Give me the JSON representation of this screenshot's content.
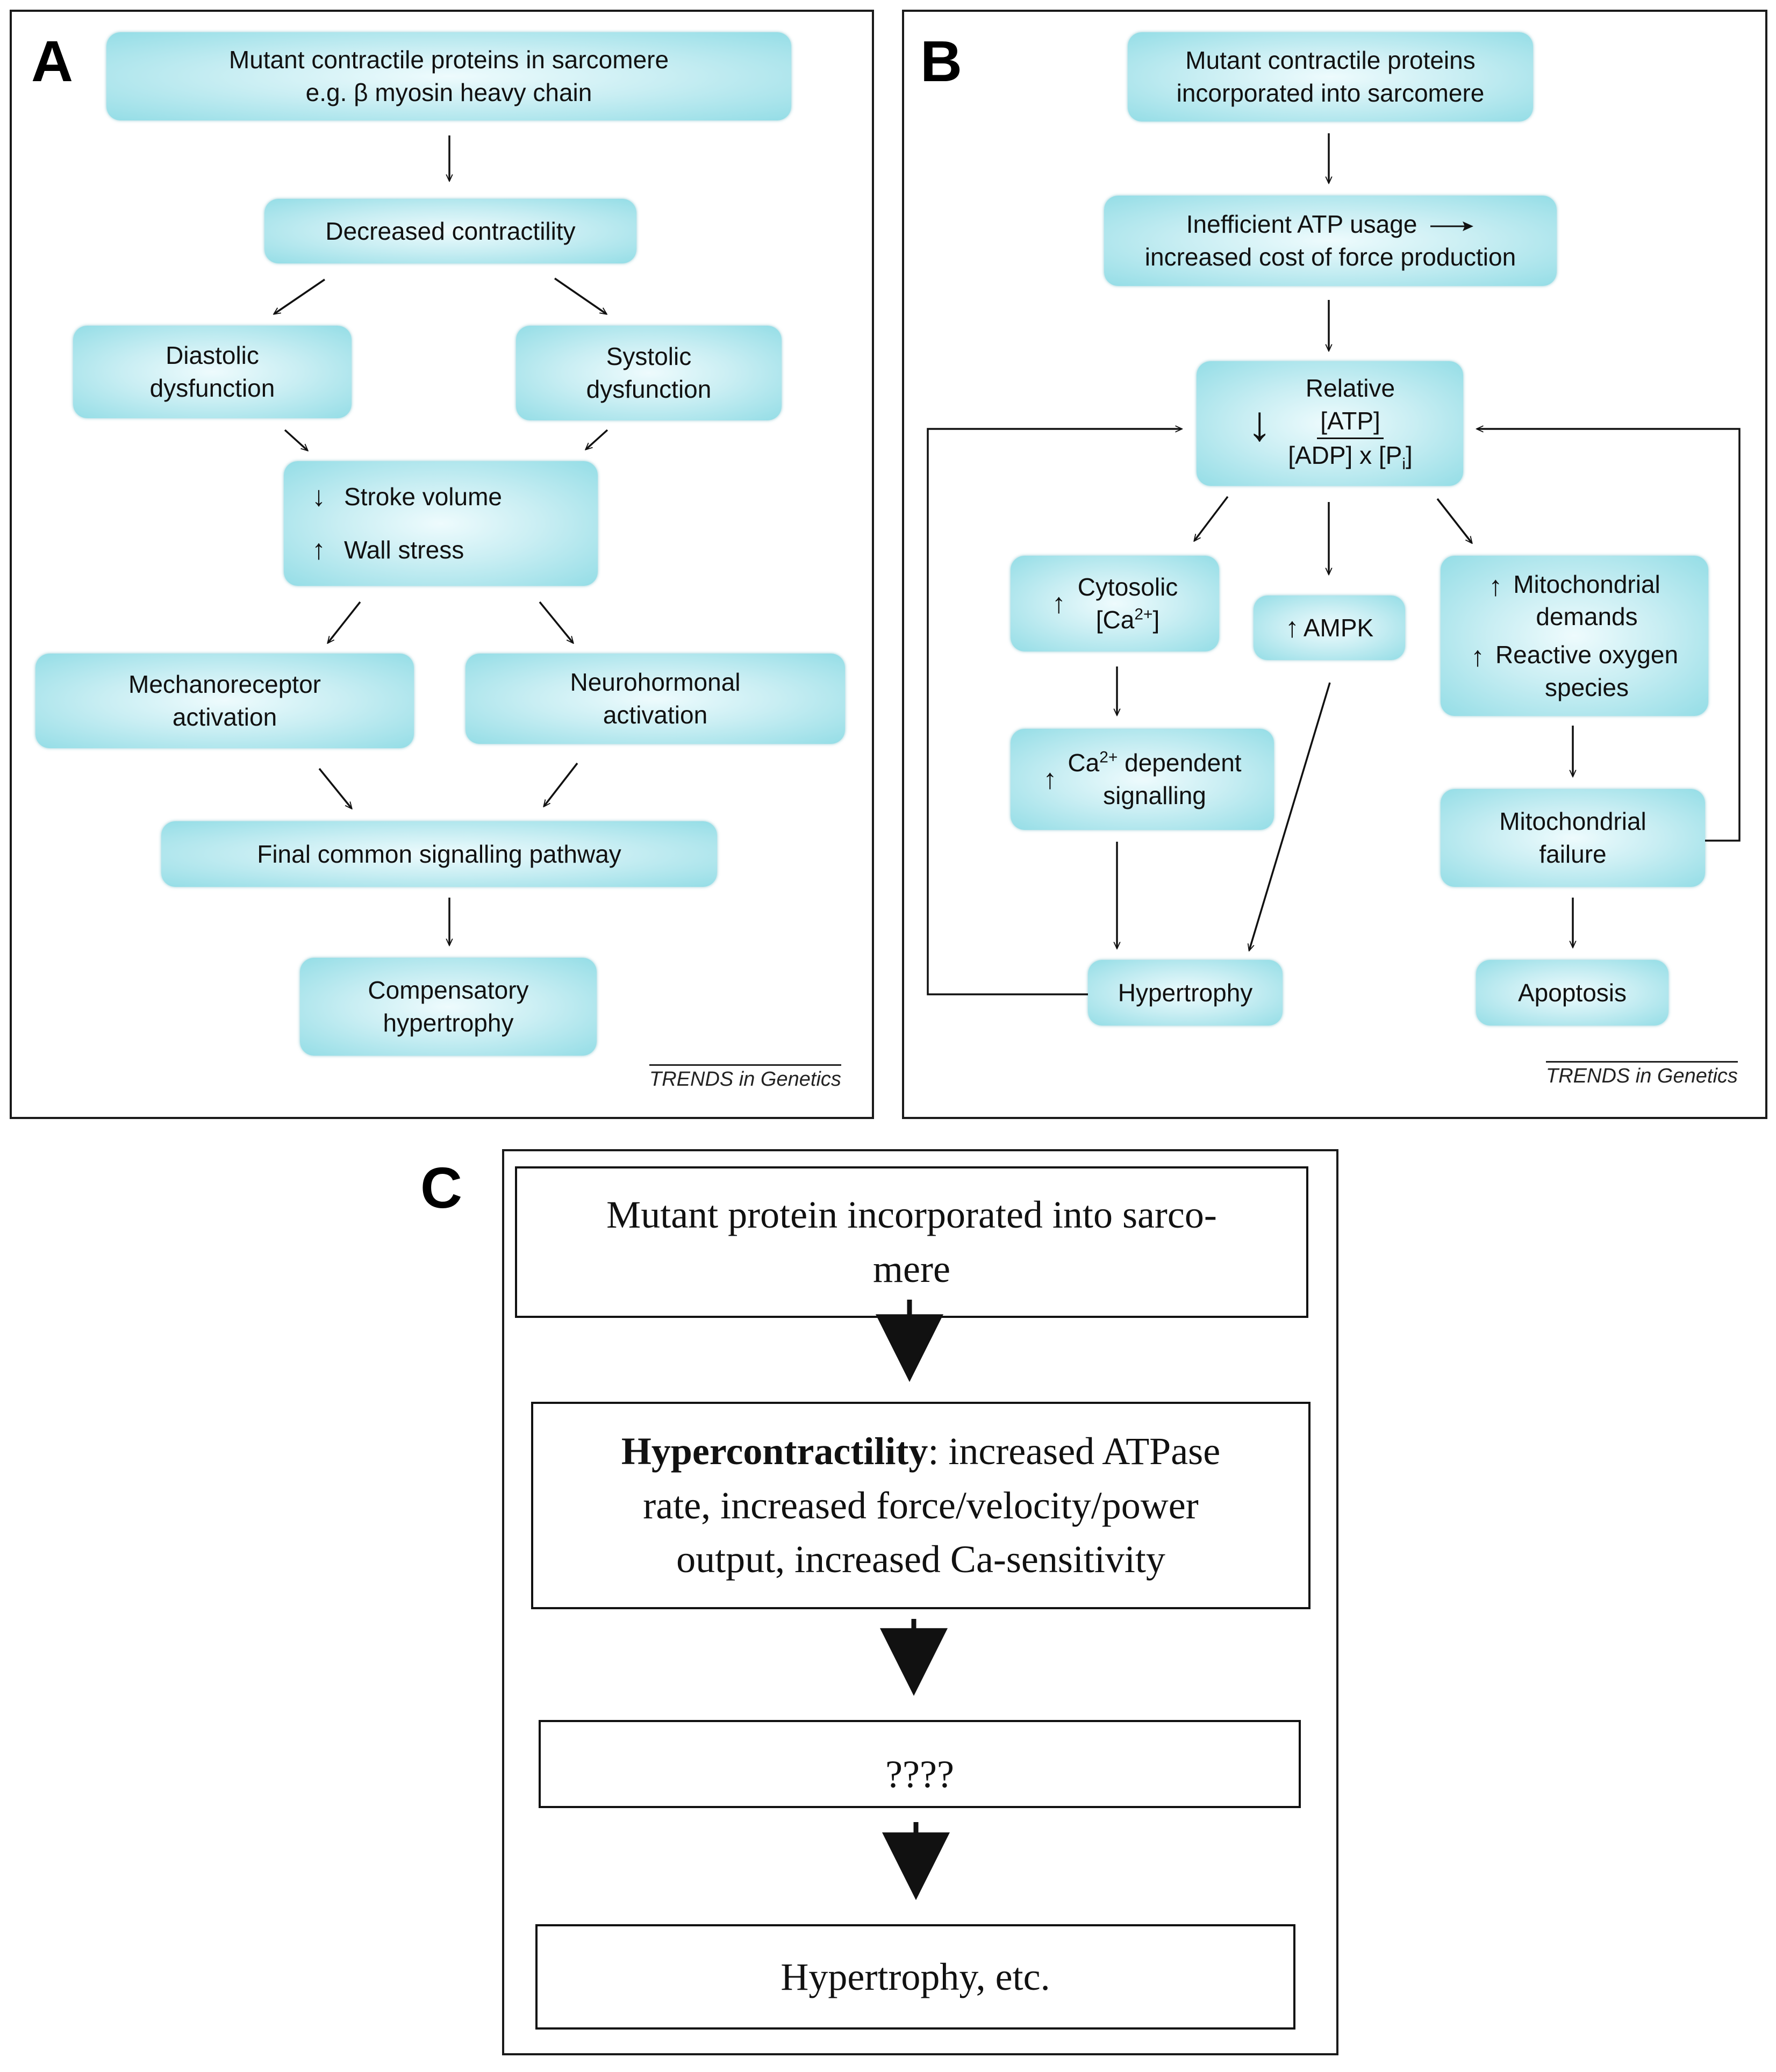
{
  "panel_a": {
    "label": "A",
    "mutant": {
      "line1": "Mutant contractile proteins in sarcomere",
      "line2": "e.g. β myosin heavy chain"
    },
    "decreased": "Decreased contractility",
    "diastolic": {
      "line1": "Diastolic",
      "line2": "dysfunction"
    },
    "systolic": {
      "line1": "Systolic",
      "line2": "dysfunction"
    },
    "stroke_volume": "Stroke volume",
    "wall_stress": "Wall stress",
    "mechano": {
      "line1": "Mechanoreceptor",
      "line2": "activation"
    },
    "neuro": {
      "line1": "Neurohormonal",
      "line2": "activation"
    },
    "final": "Final common signalling pathway",
    "compensatory": {
      "line1": "Compensatory",
      "line2": "hypertrophy"
    },
    "credit": "TRENDS in Genetics"
  },
  "panel_b": {
    "label": "B",
    "mutant": {
      "line1": "Mutant contractile proteins",
      "line2": "incorporated into sarcomere"
    },
    "inefficient": {
      "line1": "Inefficient ATP usage",
      "line2": "increased cost of force production"
    },
    "relative": {
      "title": "Relative",
      "num": "[ATP]",
      "den_a": "[ADP] x [P",
      "den_sub": "i",
      "den_b": "]"
    },
    "cytosolic": {
      "line1": "Cytosolic",
      "line2a": "[Ca",
      "line2sup": "2+",
      "line2b": "]"
    },
    "ampk": "AMPK",
    "mito_demands": {
      "line1": "Mitochondrial",
      "line2": "demands"
    },
    "ros": {
      "line1": "Reactive oxygen",
      "line2": "species"
    },
    "ca_dep": {
      "a": "Ca",
      "sup": "2+",
      "b": " dependent",
      "line2": "signalling"
    },
    "mito_failure": {
      "line1": "Mitochondrial",
      "line2": "failure"
    },
    "hypertrophy": "Hypertrophy",
    "apoptosis": "Apoptosis",
    "credit": "TRENDS in Genetics"
  },
  "panel_c": {
    "label": "C",
    "box1": {
      "line1": "Mutant protein incorporated into sarco-",
      "line2": "mere"
    },
    "box2": {
      "bold": "Hypercontractility",
      "rest1": ": increased ATPase",
      "line2": "rate, increased force/velocity/power",
      "line3": "output, increased Ca-sensitivity"
    },
    "box3": "????",
    "box4": "Hypertrophy, etc."
  },
  "glyphs": {
    "up": "↑",
    "down": "↓"
  },
  "colors": {
    "box_fill": "#c9eef3",
    "box_edge": "#94dde6",
    "line": "#1a1a1a"
  }
}
